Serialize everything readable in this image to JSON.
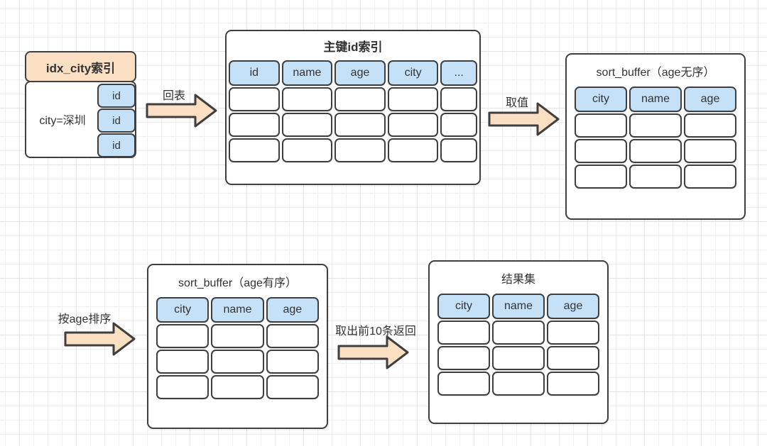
{
  "colors": {
    "peach": "#FADFC3",
    "blue": "#C5E1F8",
    "line": "#3f3f3f",
    "text": "#333333"
  },
  "idx_box": {
    "title": "idx_city索引",
    "condition": "city=深圳",
    "id_cells": [
      "id",
      "id",
      "id"
    ]
  },
  "arrows": {
    "back_to_table": "回表",
    "fetch_values": "取值",
    "sort_by_age": "按age排序",
    "return_top10": "取出前10条返回"
  },
  "tables": {
    "primary": {
      "title": "主键id索引",
      "columns": [
        "id",
        "name",
        "age",
        "city",
        "..."
      ],
      "empty_rows": 3
    },
    "buffer_unsorted": {
      "title": "sort_buffer（age无序）",
      "columns": [
        "city",
        "name",
        "age"
      ],
      "empty_rows": 3
    },
    "buffer_sorted": {
      "title": "sort_buffer（age有序）",
      "columns": [
        "city",
        "name",
        "age"
      ],
      "empty_rows": 3
    },
    "result": {
      "title": "结果集",
      "columns": [
        "city",
        "name",
        "age"
      ],
      "empty_rows": 3
    }
  }
}
